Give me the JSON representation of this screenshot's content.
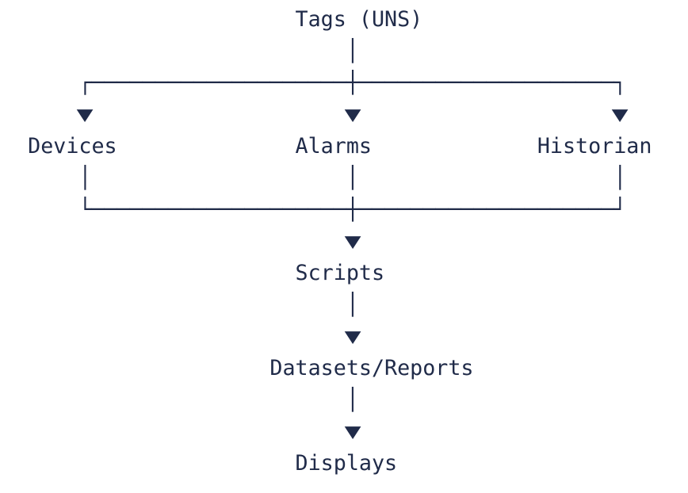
{
  "diagram": {
    "background_color": "#ffffff",
    "ink_color": "#202b49",
    "arrow_glyph": "▼",
    "graph": {
      "type": "flow",
      "direction": "top-down",
      "nodes": [
        "Tags (UNS)",
        "Devices",
        "Alarms",
        "Historian",
        "Scripts",
        "Datasets/Reports",
        "Displays"
      ],
      "edges": [
        [
          "Tags (UNS)",
          "Devices"
        ],
        [
          "Tags (UNS)",
          "Alarms"
        ],
        [
          "Tags (UNS)",
          "Historian"
        ],
        [
          "Devices",
          "Scripts"
        ],
        [
          "Alarms",
          "Scripts"
        ],
        [
          "Historian",
          "Scripts"
        ],
        [
          "Scripts",
          "Datasets/Reports"
        ],
        [
          "Datasets/Reports",
          "Displays"
        ]
      ]
    },
    "lines": [
      "                       Tags (UNS)",
      "                           │",
      "      ┌────────────────────┼────────────────────┐",
      "      ▼                    ▼                    ▼",
      "  Devices              Alarms             Historian",
      "      │                    │                    │",
      "      └────────────────────┼────────────────────┘",
      "                           ▼",
      "                       Scripts",
      "                           │",
      "                           ▼",
      "                     Datasets/Reports",
      "                           │",
      "                           ▼",
      "                       Displays"
    ]
  }
}
